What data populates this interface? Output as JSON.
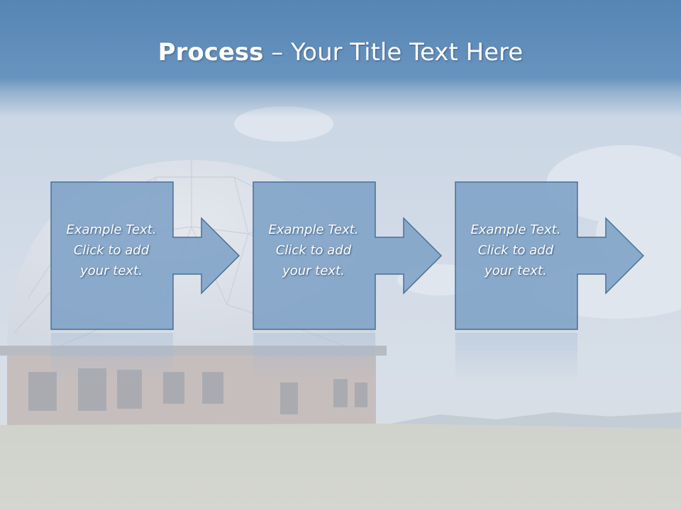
{
  "slide": {
    "title_bold": "Process",
    "title_separator": " – ",
    "title_rest": "Your Title Text Here"
  },
  "steps": [
    {
      "line1": "Example Text.",
      "line2": "Click  to add",
      "line3": "your text."
    },
    {
      "line1": "Example Text.",
      "line2": "Click  to add",
      "line3": "your text."
    },
    {
      "line1": "Example Text.",
      "line2": "Click  to add",
      "line3": "your text."
    }
  ],
  "colors": {
    "box_fill": "#7ea2c7",
    "box_stroke": "#4a6f96",
    "title_band": "#5a86b4",
    "text": "#ffffff"
  },
  "background": "faded photo of a geodesic radar dome on a grassy hilltop under a cloudy sky"
}
